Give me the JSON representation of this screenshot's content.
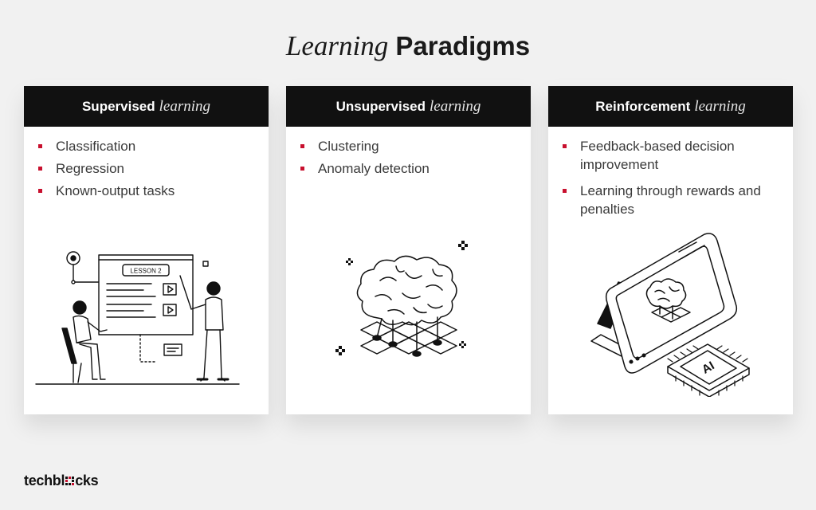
{
  "title": {
    "italic": "Learning",
    "bold": "Paradigms"
  },
  "cards": [
    {
      "heading_bold": "Supervised",
      "heading_italic": "learning",
      "items": [
        "Classification",
        "Regression",
        "Known-output tasks"
      ],
      "illustration": {
        "icon": "teacher-lesson-icon",
        "slide_label": "LESSON 2"
      }
    },
    {
      "heading_bold": "Unsupervised",
      "heading_italic": "learning",
      "items": [
        "Clustering",
        "Anomaly detection"
      ],
      "illustration": {
        "icon": "brain-network-icon"
      }
    },
    {
      "heading_bold": "Reinforcement",
      "heading_italic": "learning",
      "items": [
        "Feedback-based decision improvement",
        "Learning through rewards and penalties"
      ],
      "illustration": {
        "icon": "tablet-ai-chip-icon",
        "chip_label": "AI"
      }
    }
  ],
  "logo": {
    "before": "techbl",
    "after": "cks"
  },
  "colors": {
    "accent": "#c8102e",
    "header_bg": "#111111",
    "page_bg": "#f1f1f1",
    "card_bg": "#ffffff"
  }
}
